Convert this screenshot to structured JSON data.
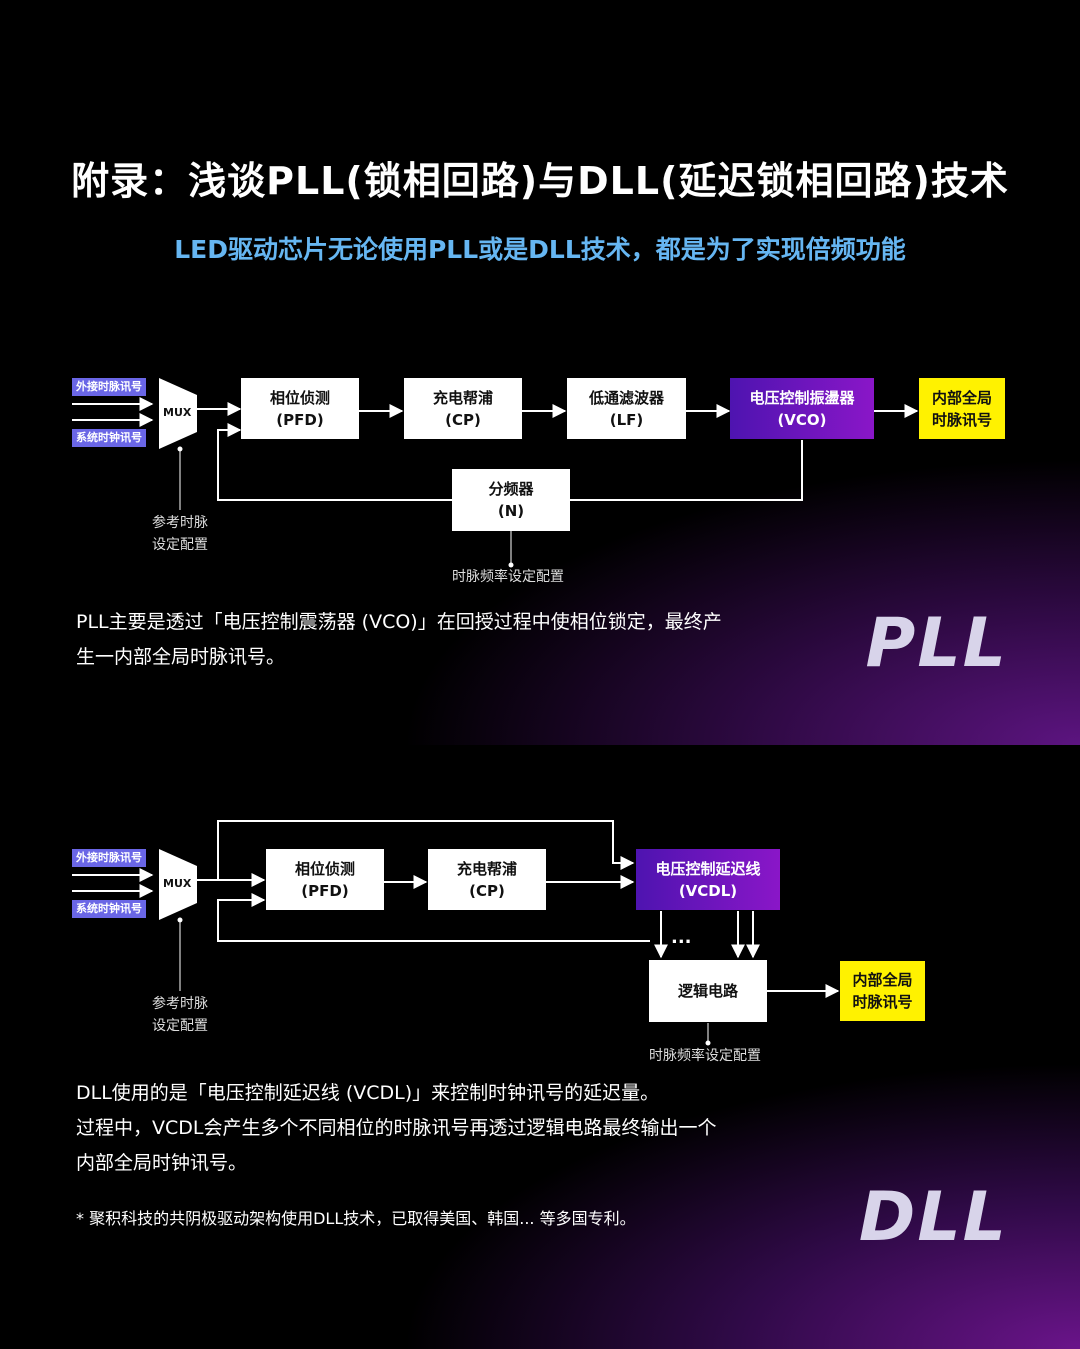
{
  "header": {
    "title": "附录：浅谈PLL(锁相回路)与DLL(延迟锁相回路)技术",
    "subtitle": "LED驱动芯片无论使用PLL或是DLL技术，都是为了实现倍频功能"
  },
  "pll": {
    "inputs": [
      "外接时脉讯号",
      "系统时钟讯号"
    ],
    "mux": "MUX",
    "blocks": [
      {
        "name": "相位侦测",
        "abbr": "(PFD)"
      },
      {
        "name": "充电帮浦",
        "abbr": "(CP)"
      },
      {
        "name": "低通滤波器",
        "abbr": "(LF)"
      },
      {
        "name": "电压控制振盪器",
        "abbr": "(VCO)"
      }
    ],
    "output": [
      "内部全局",
      "时脉讯号"
    ],
    "divider": {
      "name": "分频器",
      "abbr": "(N)"
    },
    "ref_note": [
      "参考时脉",
      "设定配置"
    ],
    "freq_note": "时脉频率设定配置",
    "description": [
      "PLL主要是透过「电压控制震荡器 (VCO)」在回授过程中使相位锁定，最终产",
      "生一内部全局时脉讯号。"
    ],
    "label": "PLL"
  },
  "dll": {
    "inputs": [
      "外接时脉讯号",
      "系统时钟讯号"
    ],
    "mux": "MUX",
    "blocks": [
      {
        "name": "相位侦测",
        "abbr": "(PFD)"
      },
      {
        "name": "充电帮浦",
        "abbr": "(CP)"
      },
      {
        "name": "电压控制延迟线",
        "abbr": "(VCDL)"
      }
    ],
    "logic": "逻辑电路",
    "dots": "...",
    "output": [
      "内部全局",
      "时脉讯号"
    ],
    "ref_note": [
      "参考时脉",
      "设定配置"
    ],
    "freq_note": "时脉频率设定配置",
    "description": [
      "DLL使用的是「电压控制延迟线 (VCDL)」来控制时钟讯号的延迟量。",
      "过程中，VCDL会产生多个不同相位的时脉讯号再透过逻辑电路最终输出一个",
      "内部全局时钟讯号。"
    ],
    "footnote": "* 聚积科技的共阴极驱动架构使用DLL技术，已取得美国、韩国... 等多国专利。",
    "label": "DLL"
  },
  "colors": {
    "subtitle": "#66b6f2",
    "purple_start": "#4e14b0",
    "purple_end": "#8a16c8",
    "yellow": "#fff200",
    "tag": "#6a66e6"
  }
}
